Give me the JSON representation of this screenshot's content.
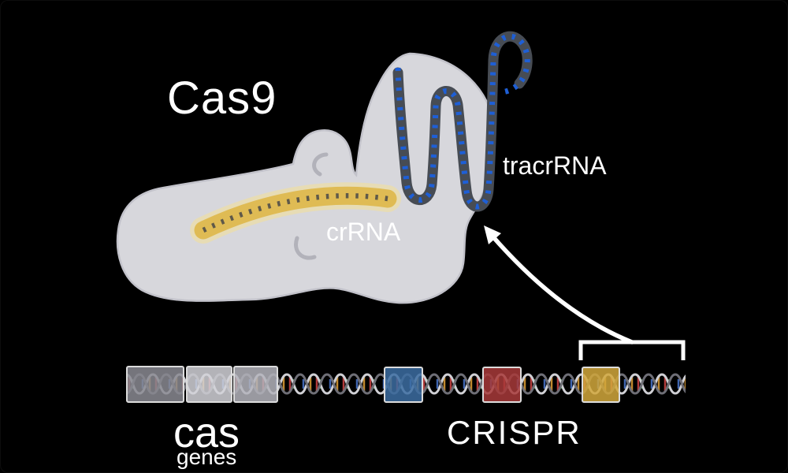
{
  "labels": {
    "cas9": "Cas9",
    "tracrrna": "tracrRNA",
    "crrna": "crRNA",
    "cas": "cas",
    "genes": "genes",
    "crispr": "CRISPR"
  },
  "colors": {
    "background": "#000000",
    "text": "#ffffff",
    "cas9_protein": "#d7d7dc",
    "cas9_outline": "#c2c2ca",
    "protein_detail": "#b2b2ba",
    "tracr_ribbon": "#474c54",
    "rna_dots_blue": "#1e5fd6",
    "crrna_halo": "#f0dfa0",
    "crrna_band": "#dfbb54",
    "crrna_dots": "#5f5949",
    "arrow": "#ffffff",
    "bracket": "#ffffff",
    "dna_gene1": "#8a8a92",
    "dna_gene2": "#d2d2d8",
    "dna_gene3": "#b4b4bc",
    "dna_spacer_blue": "#3c6da2",
    "dna_spacer_red": "#a83a3a",
    "dna_spacer_yellow": "#d2a83c",
    "dna_segment_border": "#dcdcdc"
  }
}
